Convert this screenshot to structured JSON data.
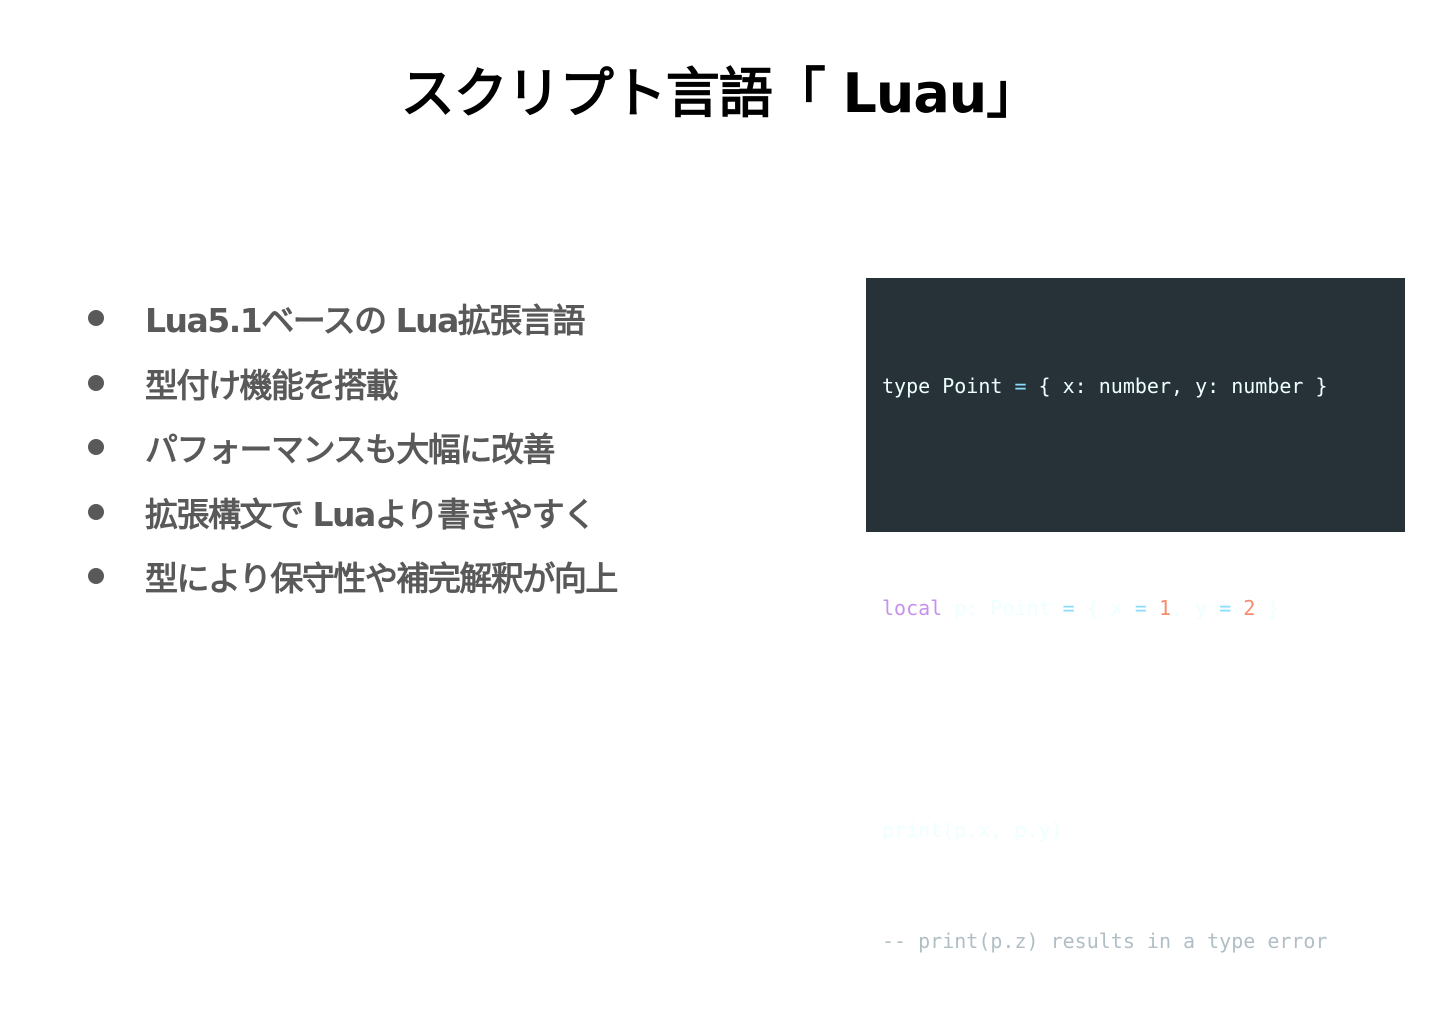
{
  "slide": {
    "title": "スクリプト言語「 Luau」",
    "bullets": [
      "Lua5.1ベースの Lua拡張言語",
      "型付け機能を搭載",
      "パフォーマンスも大幅に改善",
      "拡張構文で Luaより書きやすく",
      "型により保守性や補完解釈が向上"
    ]
  },
  "code": {
    "line1": {
      "a": "type Point ",
      "op": "=",
      "b": " { x: number, y: number }"
    },
    "line2": {
      "kw": "local",
      "a": " p: Point ",
      "op1": "=",
      "b": " { x ",
      "op2": "=",
      "c": " ",
      "num1": "1",
      "d": ", y ",
      "op3": "=",
      "e": " ",
      "num2": "2",
      "f": " }"
    },
    "line3": "print(p.x, p.y)",
    "line4": "-- print(p.z) results in a type error"
  },
  "colors": {
    "code_background": "#263238",
    "code_text": "#eeffff",
    "operator": "#89ddff",
    "keyword": "#c792ea",
    "number": "#f78c6c",
    "comment": "#b0bec5",
    "bullet_text": "#595959"
  }
}
